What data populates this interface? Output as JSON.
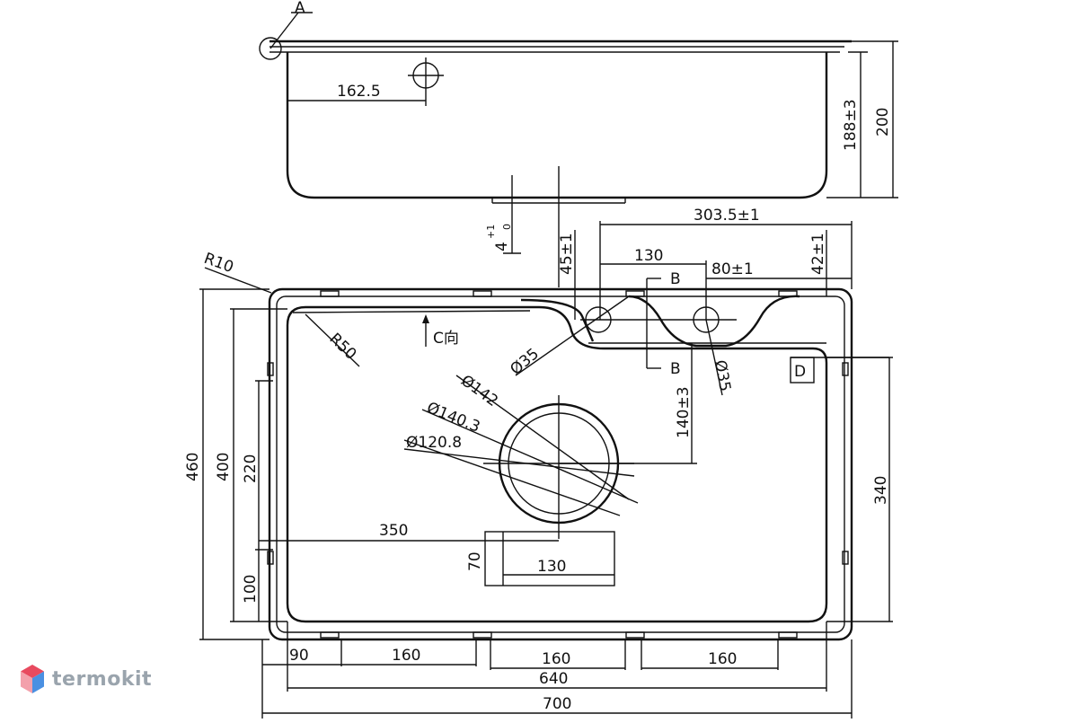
{
  "drawing": {
    "section_label": "A",
    "dims": {
      "d162_5": "162.5",
      "d188": "188±3",
      "d200": "200",
      "d4": "4",
      "d4_tol_top": "+1",
      "d4_tol_bot": "0",
      "d303_5": "303.5±1",
      "d45": "45±1",
      "d130_top": "130",
      "d80": "80±1",
      "d42": "42±1",
      "b_top": "B",
      "b_bottom": "B",
      "r10": "R10",
      "r50": "R50",
      "c_view": "C向",
      "phi35_a": "Ø35",
      "phi35_b": "Ø35",
      "phi142": "Ø142",
      "phi140_3": "Ø140.3",
      "phi120_8": "Ø120.8",
      "d140": "140±3",
      "d_label": "D",
      "d460": "460",
      "d400": "400",
      "d220": "220",
      "d100": "100",
      "d340": "340",
      "d350": "350",
      "d70": "70",
      "d130_bottom": "130",
      "d90": "90",
      "d160_a": "160",
      "d160_b": "160",
      "d160_c": "160",
      "d640": "640",
      "d700": "700"
    }
  },
  "watermark": {
    "text": "termokit",
    "icon": "hexagon-logo-icon",
    "colors": {
      "top": "#e84a5f",
      "bottom": "#4a90e2"
    }
  }
}
